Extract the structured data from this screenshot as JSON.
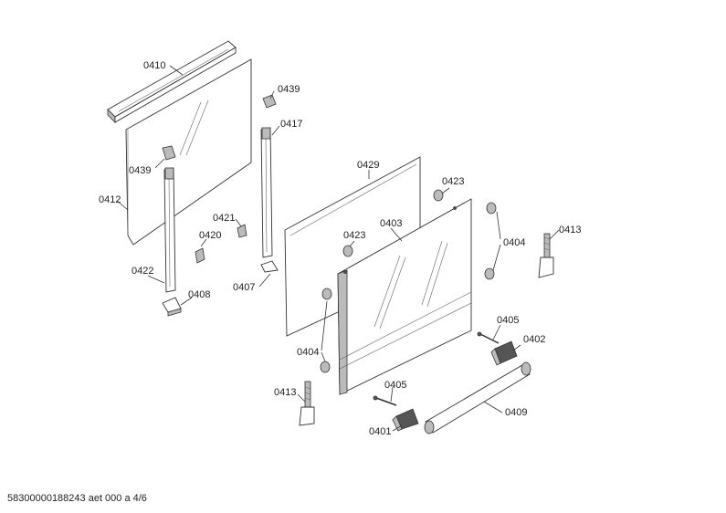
{
  "parts": {
    "p0410": "0410",
    "p0439a": "0439",
    "p0417": "0417",
    "p0439b": "0439",
    "p0412": "0412",
    "p0421": "0421",
    "p0420": "0420",
    "p0422": "0422",
    "p0408": "0408",
    "p0407": "0407",
    "p0429": "0429",
    "p0423a": "0423",
    "p0403": "0403",
    "p0423b": "0423",
    "p0404a": "0404",
    "p0413a": "0413",
    "p0404b": "0404",
    "p0405a": "0405",
    "p0402": "0402",
    "p0413b": "0413",
    "p0405b": "0405",
    "p0409": "0409",
    "p0401": "0401"
  },
  "footer": "58300000188243 aet 000 a 4/6"
}
